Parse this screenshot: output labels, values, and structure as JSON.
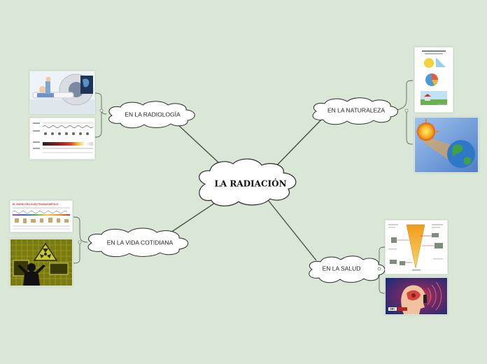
{
  "map": {
    "central": "LA RADIACIÓN",
    "branches": {
      "radiologia": "EN LA RADIOLOGÍA",
      "naturaleza": "EN LA NATURALEZA",
      "vida": "EN LA VIDA COTIDIANA",
      "salud": "EN LA SALUD"
    },
    "images": {
      "espectro_title": "EL ESPECTRO ELECTROMAGNÉTICO",
      "news_badge": "BBC"
    }
  },
  "colors": {
    "background": "#dae7d7",
    "connector": "#3d4a3a",
    "cloud_fill": "#ffffff",
    "cloud_stroke": "#2b2b2b"
  }
}
